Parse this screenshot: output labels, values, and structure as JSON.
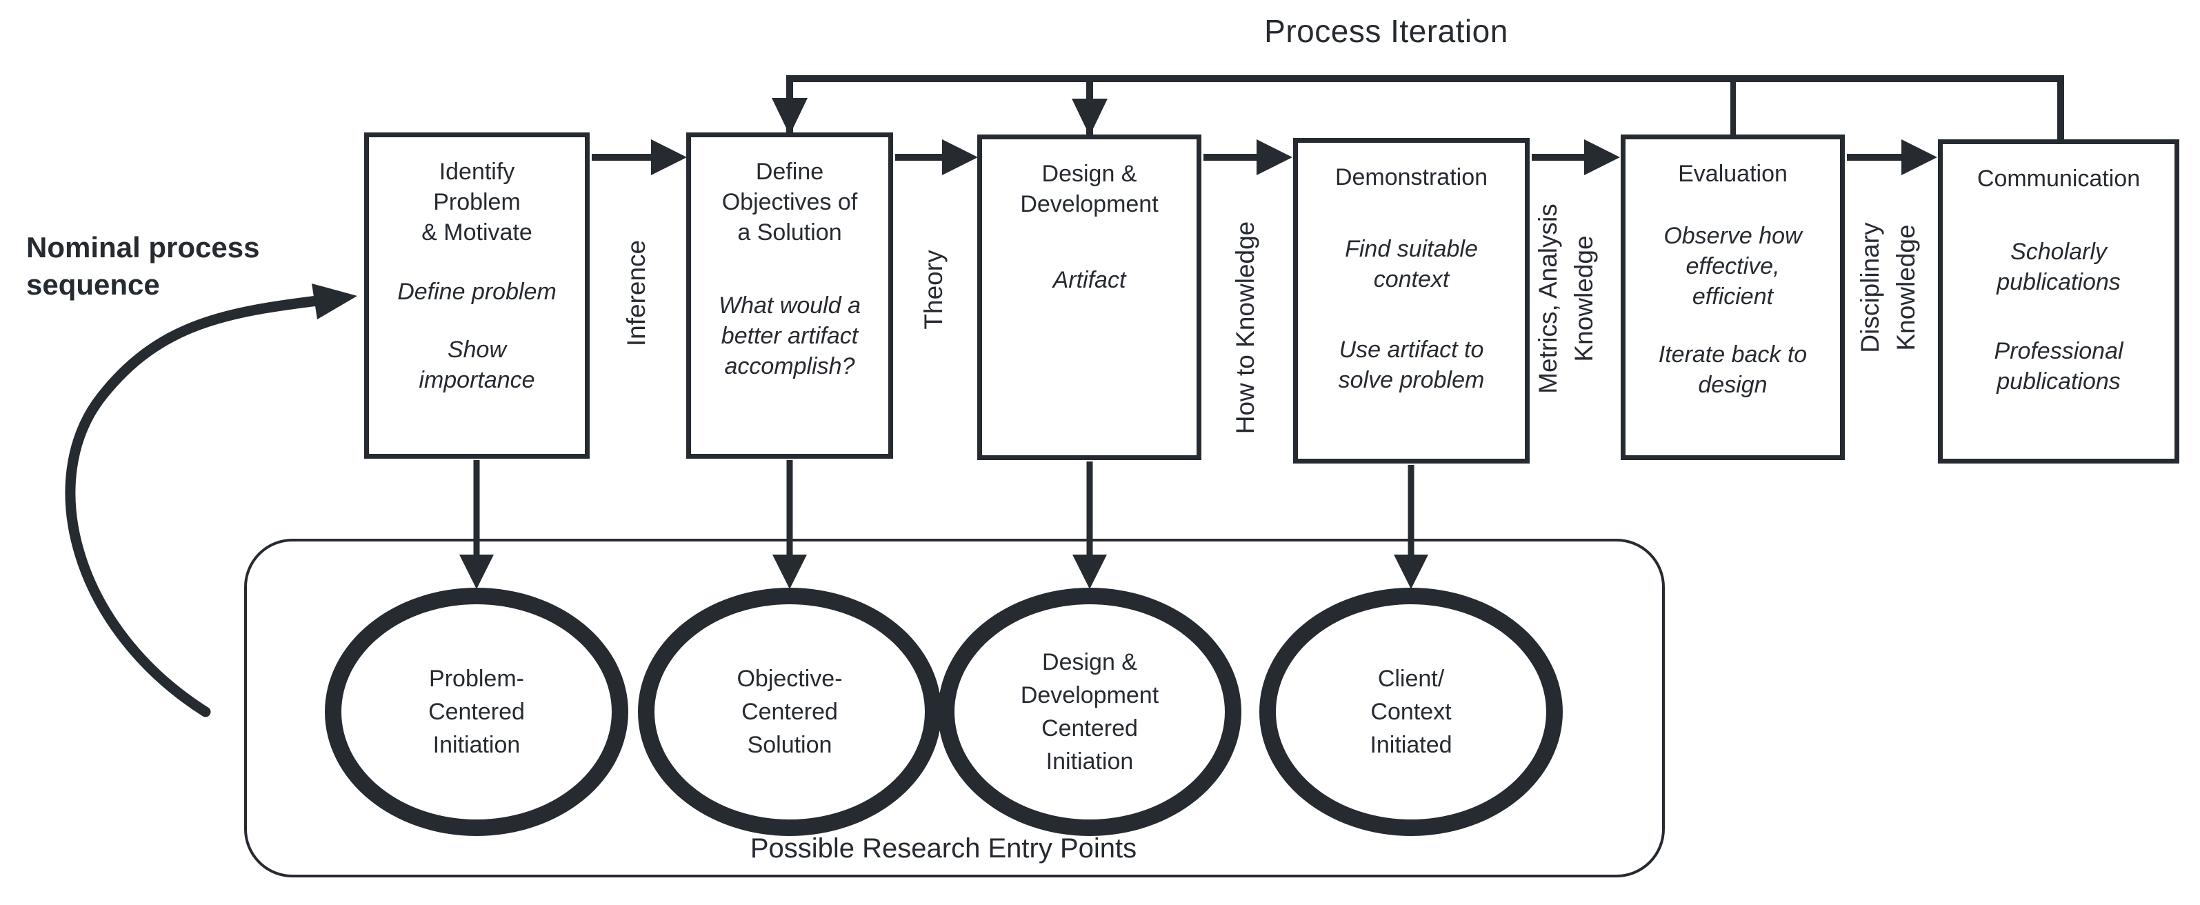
{
  "title": "Process Iteration",
  "sequence_label": "Nominal process\nsequence",
  "stages": [
    {
      "title": "Identify\nProblem\n& Motivate",
      "notes": [
        "Define problem",
        "Show\nimportance"
      ]
    },
    {
      "title": "Define\nObjectives of\na Solution",
      "notes": [
        "What would a\nbetter artifact\naccomplish?"
      ]
    },
    {
      "title": "Design &\nDevelopment",
      "notes": [
        "Artifact"
      ]
    },
    {
      "title": "Demonstration",
      "notes": [
        "Find suitable\ncontext",
        "Use artifact to\nsolve problem"
      ]
    },
    {
      "title": "Evaluation",
      "notes": [
        "Observe how\neffective,\nefficient",
        "Iterate back to\ndesign"
      ]
    },
    {
      "title": "Communication",
      "notes": [
        "Scholarly\npublications",
        "Professional\npublications"
      ]
    }
  ],
  "knowledge_links": [
    "Inference",
    "Theory",
    "How to Knowledge",
    "Metrics, Analysis\nKnowledge",
    "Disciplinary\nKnowledge"
  ],
  "entry_points": {
    "caption": "Possible Research Entry Points",
    "items": [
      "Problem-\nCentered\nInitiation",
      "Objective-\nCentered\nSolution",
      "Design &\nDevelopment\nCentered\nInitiation",
      "Client/\nContext\nInitiated"
    ]
  },
  "colors": {
    "ink": "#262a31",
    "paper": "#ffffff"
  }
}
